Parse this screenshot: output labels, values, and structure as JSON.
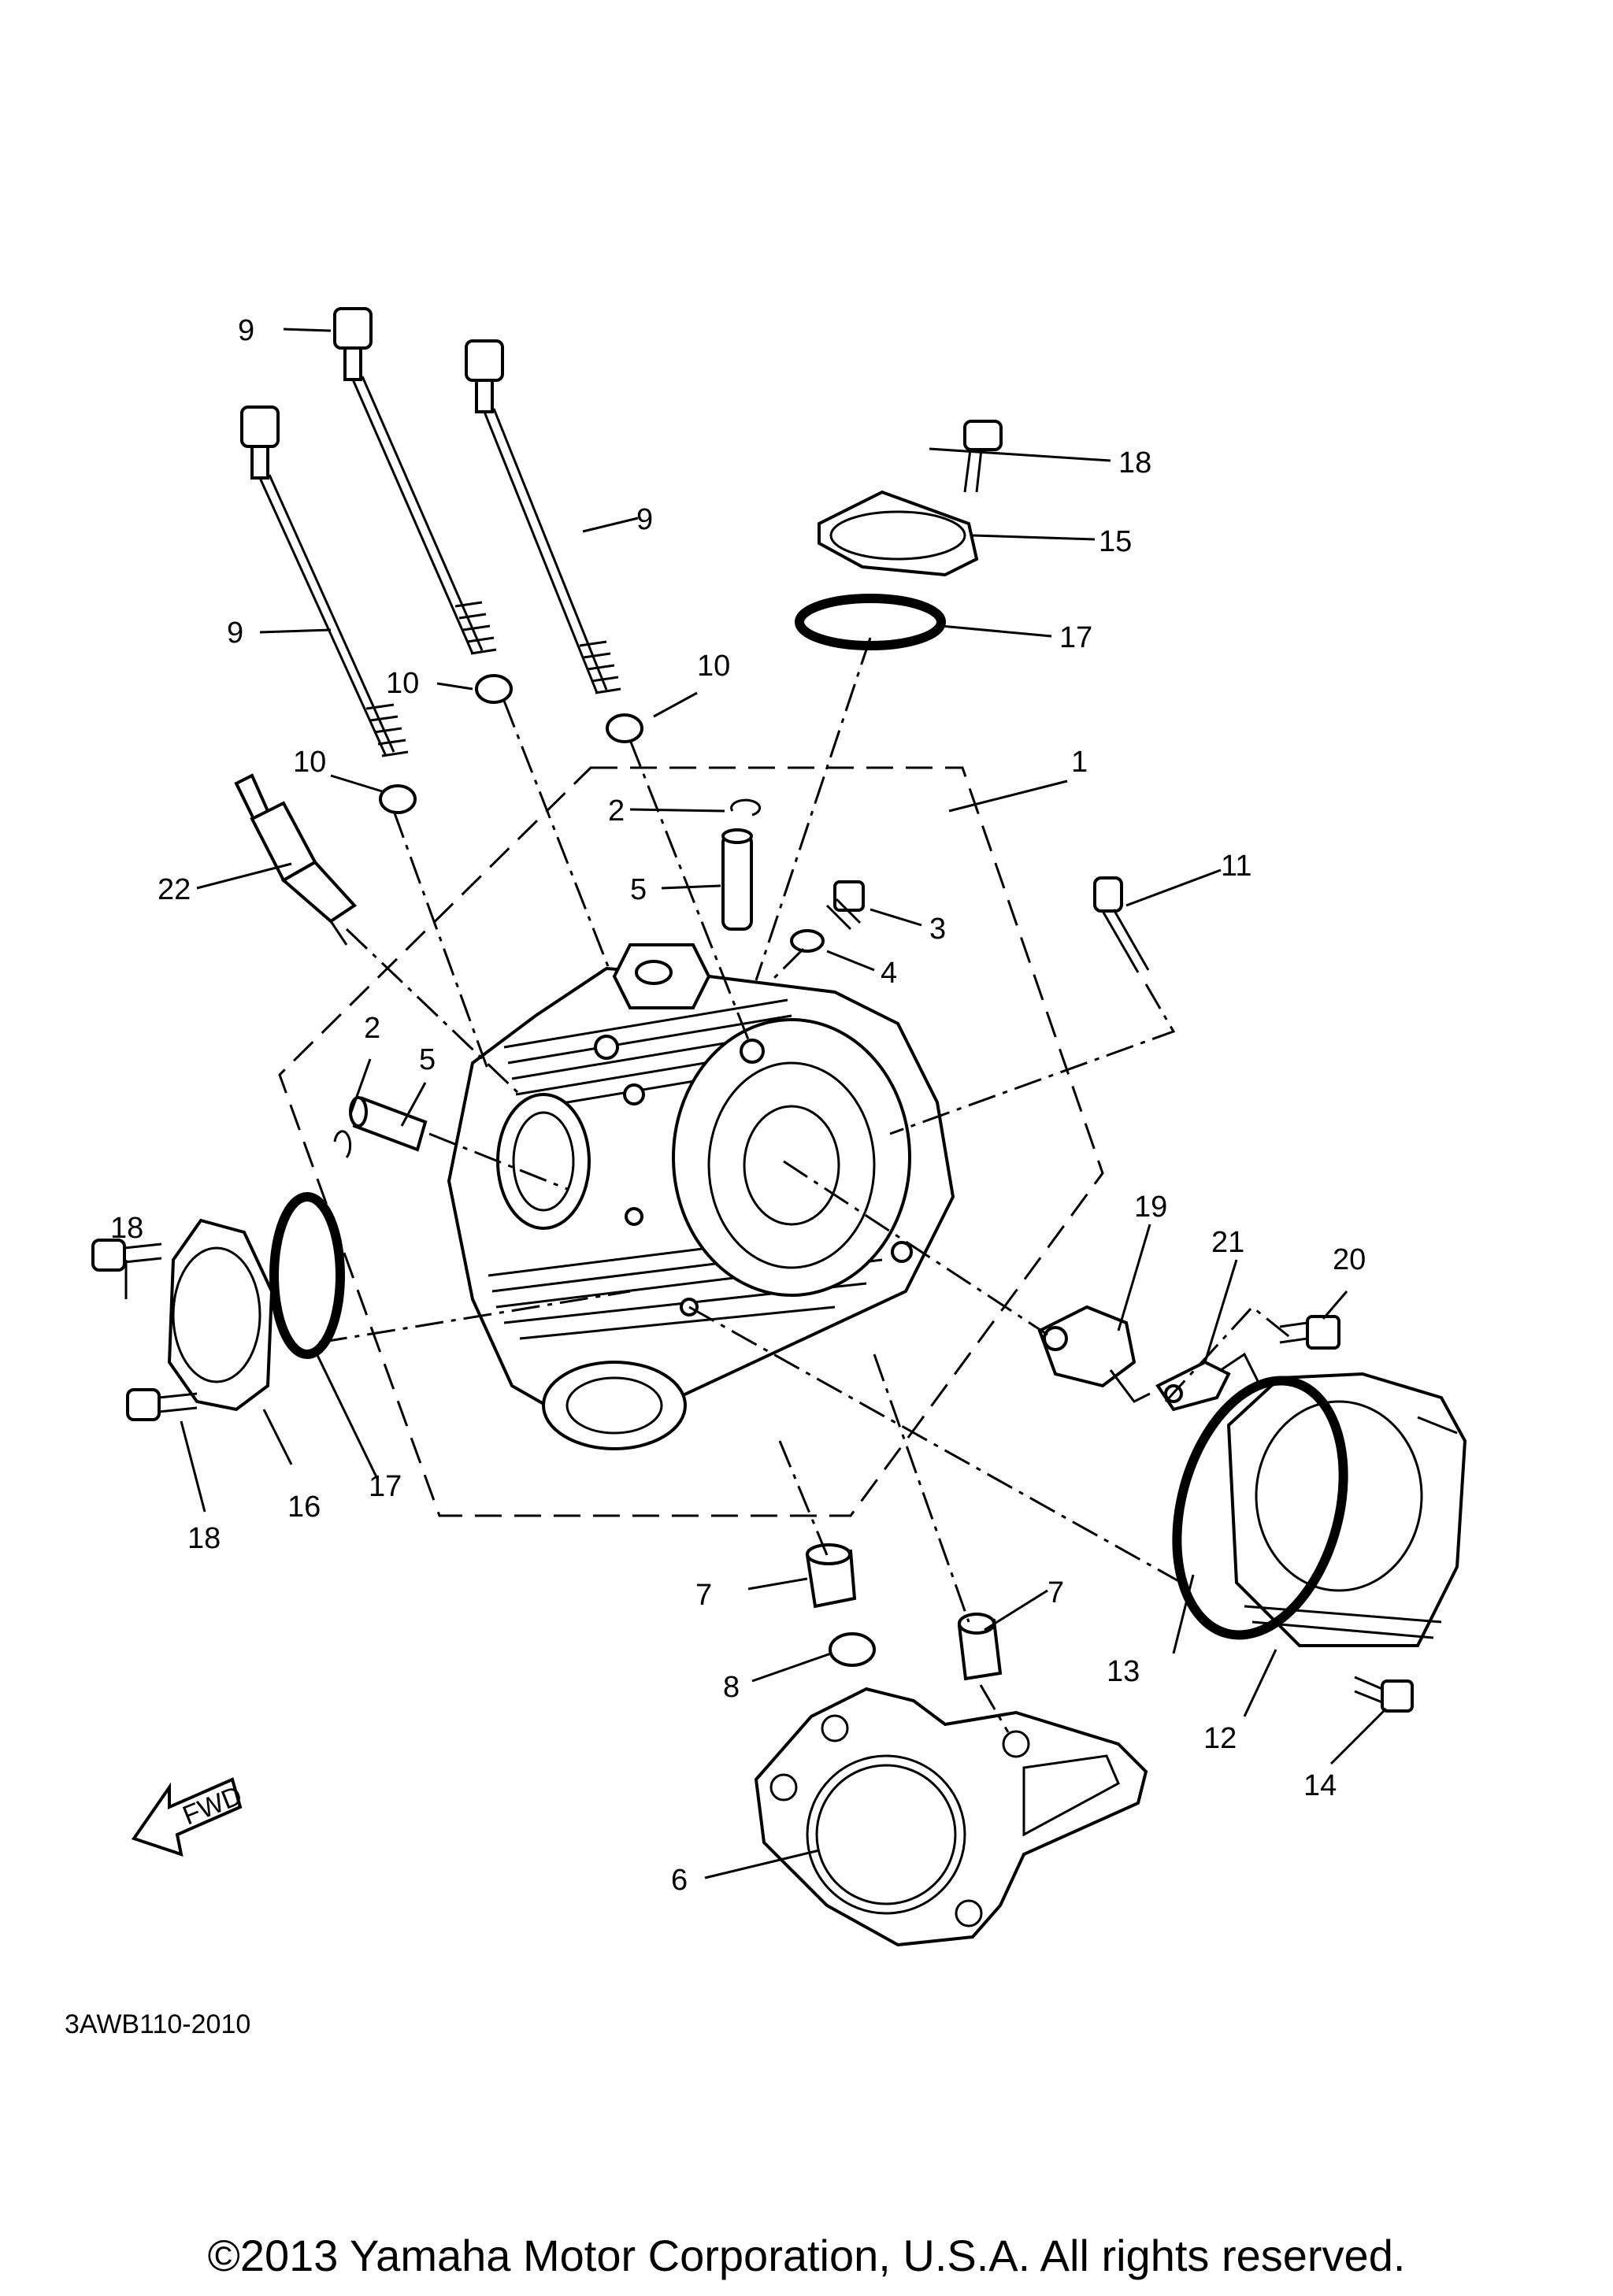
{
  "diagram_code": "3AWB110-2010",
  "fwd_label": "FWD",
  "copyright": "©2013 Yamaha Motor Corporation, U.S.A. All rights reserved.",
  "callouts": {
    "c1": "1",
    "c2a": "2",
    "c2b": "2",
    "c3": "3",
    "c4": "4",
    "c5a": "5",
    "c5b": "5",
    "c6": "6",
    "c7a": "7",
    "c7b": "7",
    "c8": "8",
    "c9a": "9",
    "c9b": "9",
    "c9c": "9",
    "c10a": "10",
    "c10b": "10",
    "c10c": "10",
    "c11": "11",
    "c12": "12",
    "c13": "13",
    "c14": "14",
    "c15": "15",
    "c16": "16",
    "c17a": "17",
    "c17b": "17",
    "c18a": "18",
    "c18b": "18",
    "c18c": "18",
    "c19": "19",
    "c20": "20",
    "c21": "21",
    "c22": "22"
  }
}
